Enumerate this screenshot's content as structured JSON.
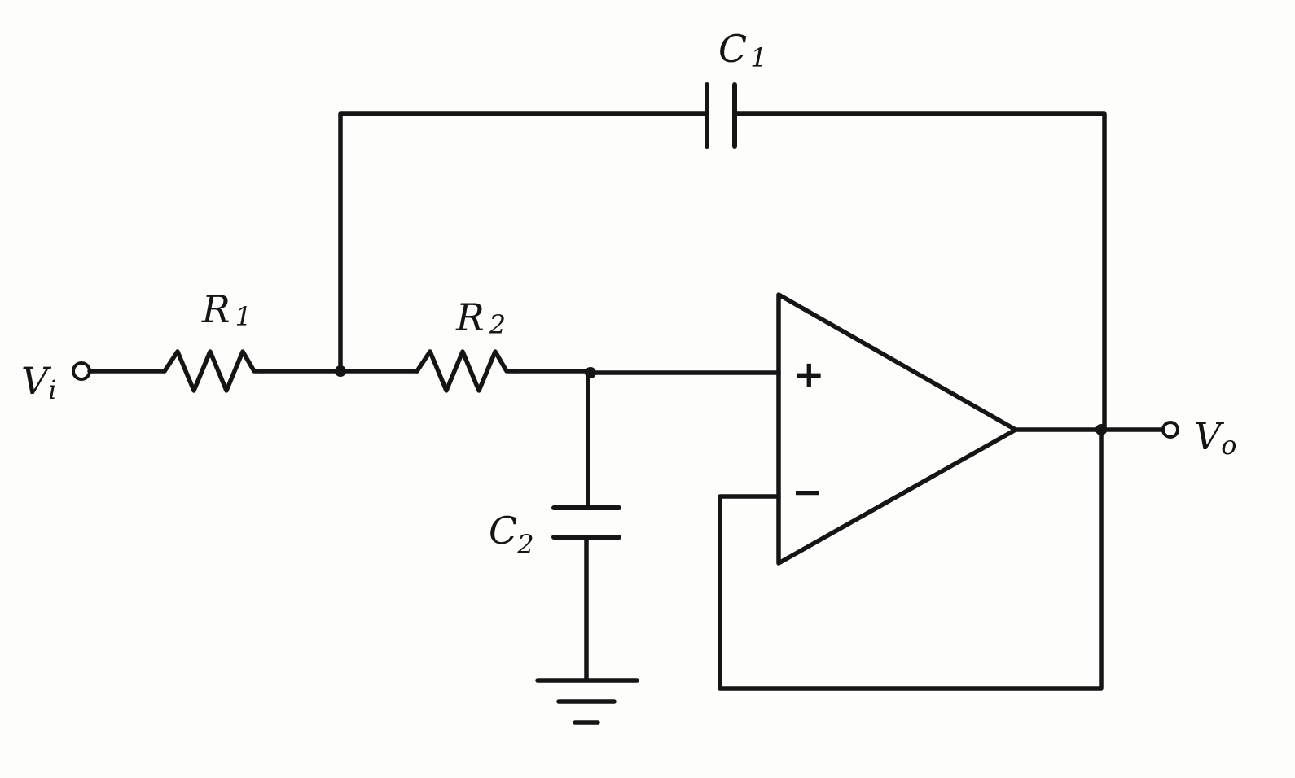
{
  "labels": {
    "vin": {
      "main": "V",
      "sub": "i"
    },
    "vout": {
      "main": "V",
      "sub": "o"
    },
    "r1": {
      "main": "R",
      "sub": "1"
    },
    "r2": {
      "main": "R",
      "sub": "2"
    },
    "c1": {
      "main": "C",
      "sub": "1"
    },
    "c2": {
      "main": "C",
      "sub": "2"
    },
    "opamp_plus": "+",
    "opamp_minus": "−"
  },
  "colors": {
    "ink": "#151515",
    "paper": "#fdfdfb"
  }
}
